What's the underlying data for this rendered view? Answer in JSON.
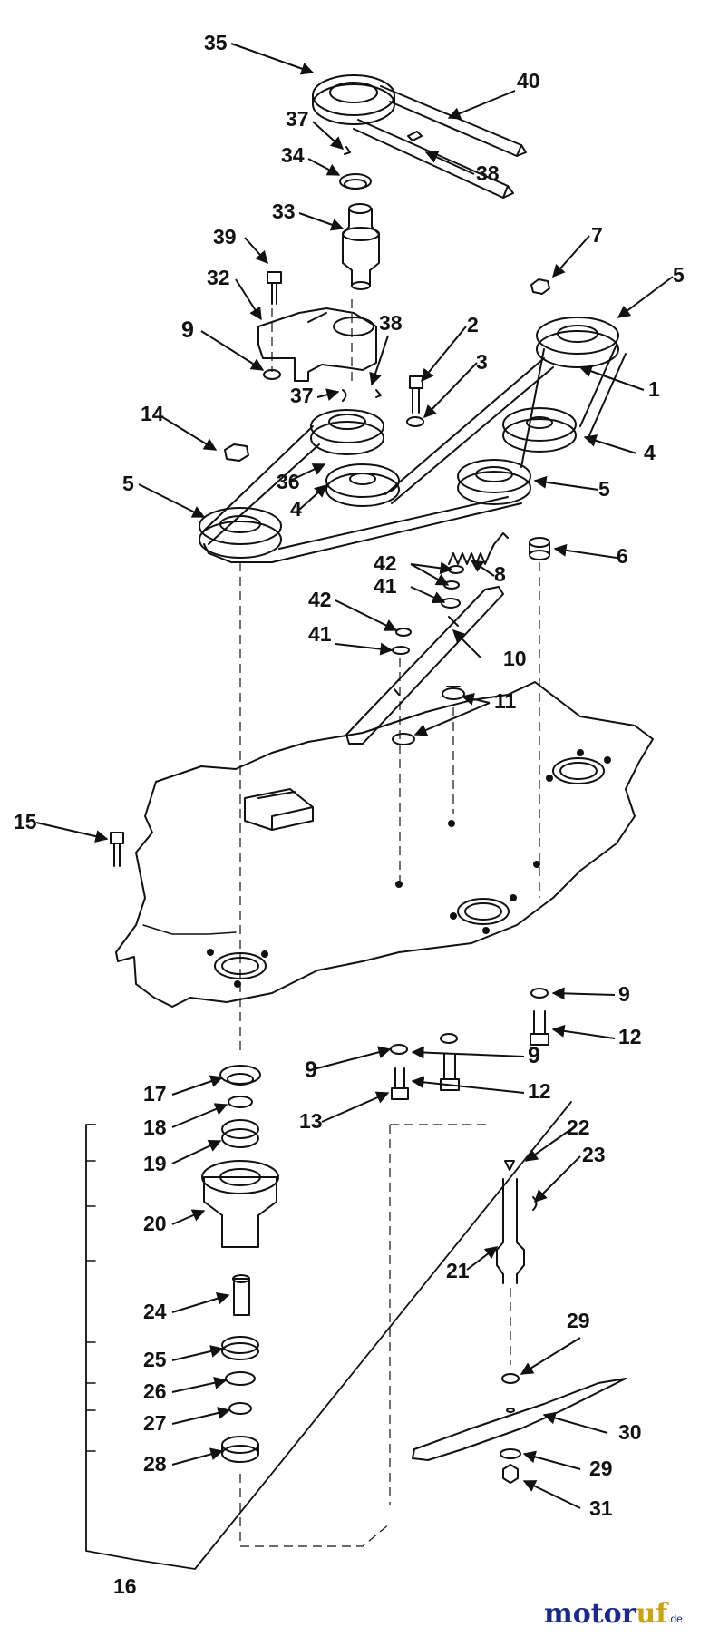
{
  "diagram": {
    "type": "exploded parts drawing",
    "callouts": {
      "n35": "35",
      "n40": "40",
      "n37a": "37",
      "n38a": "38",
      "n34": "34",
      "n33": "33",
      "n39": "39",
      "n32": "32",
      "n9a": "9",
      "n7": "7",
      "n5a": "5",
      "n38b": "38",
      "n2": "2",
      "n3": "3",
      "n1": "1",
      "n37b": "37",
      "n14": "14",
      "n4a": "4",
      "n36": "36",
      "n5b": "5",
      "n4b": "4",
      "n5c": "5",
      "n6": "6",
      "n42a": "42",
      "n8": "8",
      "n41a": "41",
      "n42b": "42",
      "n41b": "41",
      "n10": "10",
      "n11": "11",
      "n15": "15",
      "n9b": "9",
      "n12a": "12",
      "n9c": "9",
      "n9d": "9",
      "n12b": "12",
      "n13": "13",
      "n17": "17",
      "n18": "18",
      "n19": "19",
      "n22": "22",
      "n23": "23",
      "n20": "20",
      "n21": "21",
      "n24": "24",
      "n29a": "29",
      "n25": "25",
      "n26": "26",
      "n30": "30",
      "n27": "27",
      "n28": "28",
      "n29b": "29",
      "n31": "31",
      "n16": "16"
    }
  },
  "watermark": {
    "part1": "motor",
    "part2": "uf",
    "part3": ".de"
  },
  "colors": {
    "ink": "#111111",
    "brand_blue": "#1a2a8a",
    "brand_gold": "#c9a216"
  }
}
